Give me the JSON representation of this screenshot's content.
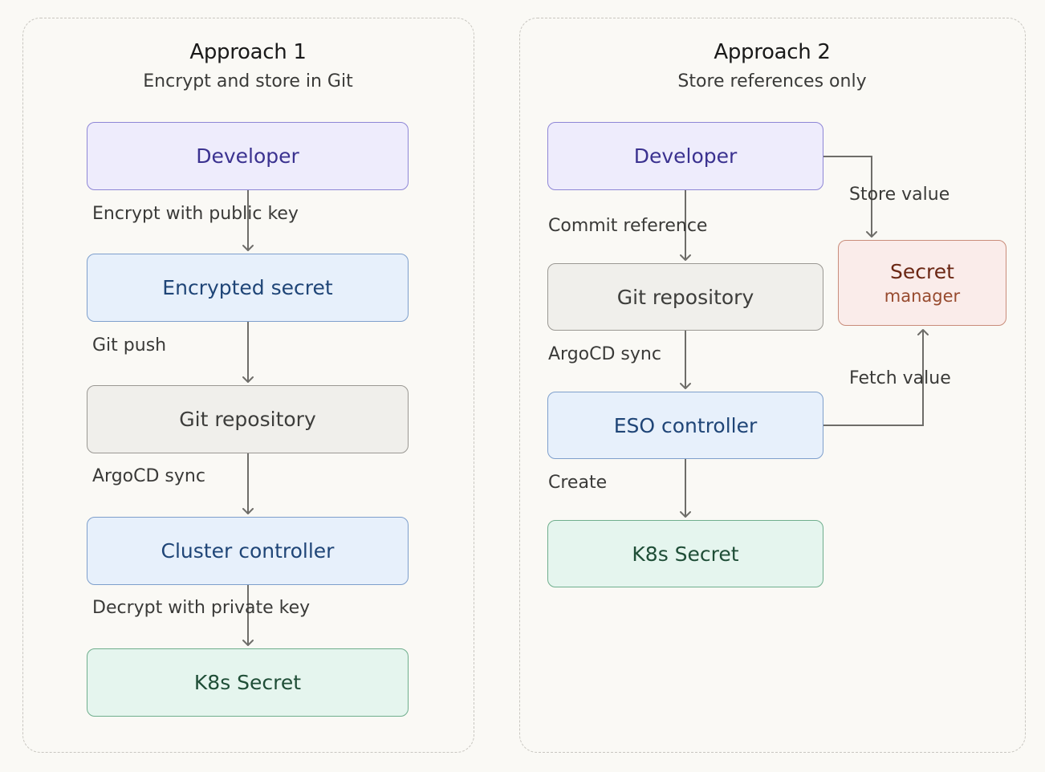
{
  "approach1": {
    "title": "Approach 1",
    "subtitle": "Encrypt and store in Git",
    "nodes": {
      "developer": "Developer",
      "encrypted_secret": "Encrypted secret",
      "git_repository": "Git repository",
      "cluster_controller": "Cluster controller",
      "k8s_secret": "K8s Secret"
    },
    "edges": {
      "encrypt": "Encrypt with public key",
      "git_push": "Git push",
      "argocd_sync": "ArgoCD sync",
      "decrypt": "Decrypt with private key"
    }
  },
  "approach2": {
    "title": "Approach 2",
    "subtitle": "Store references only",
    "nodes": {
      "developer": "Developer",
      "git_repository": "Git repository",
      "eso_controller": "ESO controller",
      "k8s_secret": "K8s Secret",
      "secret_manager_line1": "Secret",
      "secret_manager_line2": "manager"
    },
    "edges": {
      "commit_reference": "Commit reference",
      "argocd_sync": "ArgoCD sync",
      "create": "Create",
      "store_value": "Store value",
      "fetch_value": "Fetch value"
    }
  },
  "colors": {
    "background": "#faf9f5",
    "arrow": "#6e6d69",
    "purple_node": "#eeecfc",
    "blue_node": "#e7f0fb",
    "gray_node": "#f0efeb",
    "green_node": "#e5f5ee",
    "red_node": "#faecea"
  }
}
